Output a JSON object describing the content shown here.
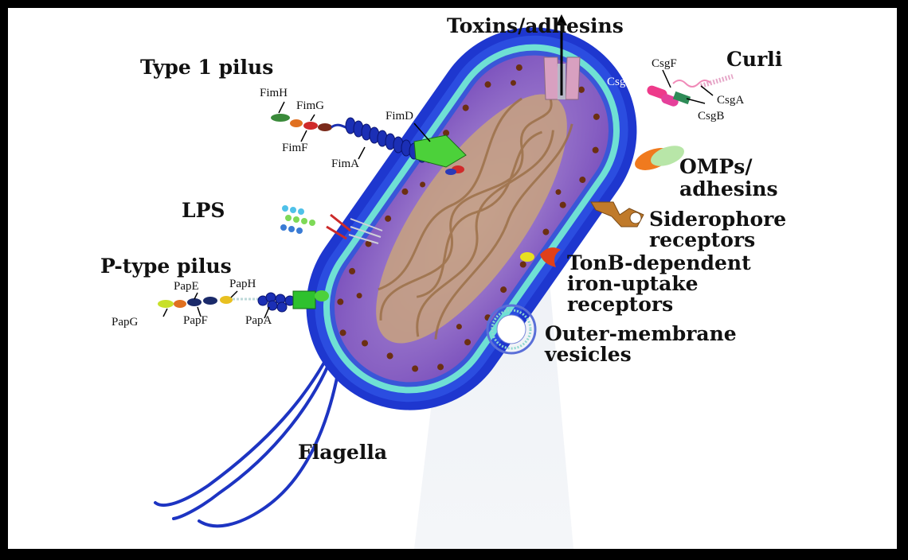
{
  "labels": {
    "toxins": "Toxins/adhesins",
    "curli": "Curli",
    "type1": "Type 1 pilus",
    "lps": "LPS",
    "ptype": "P-type pilus",
    "flagella": "Flagella",
    "omps": "OMPs/",
    "omps2": "adhesins",
    "sidero": "Siderophore",
    "sidero2": "receptors",
    "tonb": "TonB-dependent",
    "tonb2": "iron-uptake",
    "tonb3": "receptors",
    "omv": "Outer-membrane",
    "omv2": "vesicles"
  },
  "parts": {
    "fimH": "FimH",
    "fimG": "FimG",
    "fimF": "FimF",
    "fimA": "FimA",
    "fimD": "FimD",
    "csgF": "CsgF",
    "csgG": "CsgG",
    "csgA": "CsgA",
    "csgB": "CsgB",
    "papE": "PapE",
    "papH": "PapH",
    "papG": "PapG",
    "papF": "PapF",
    "papA": "PapA"
  },
  "colors": {
    "outer_membrane": "#1f3bd1",
    "periplasm": "#5fd3c7",
    "cytoplasm": "#8a63c7",
    "nucleoid": "#c9a27a",
    "ribosome": "#6b2f12"
  }
}
